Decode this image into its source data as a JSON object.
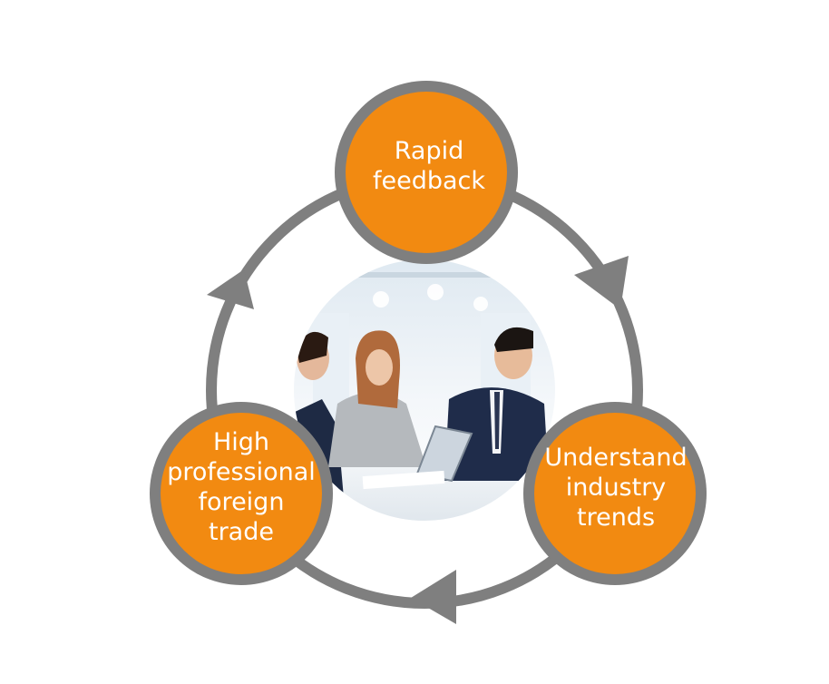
{
  "diagram": {
    "nodes": [
      {
        "label": "Rapid\nfeedback"
      },
      {
        "label": "Understand\nindustry\ntrends"
      },
      {
        "label": "High\nprofessional\nforeign\ntrade"
      }
    ],
    "center_image": "business-meeting-photo",
    "colors": {
      "node_fill": "#f28a11",
      "ring": "#7f7f7f",
      "label_text": "#ffffff"
    }
  }
}
